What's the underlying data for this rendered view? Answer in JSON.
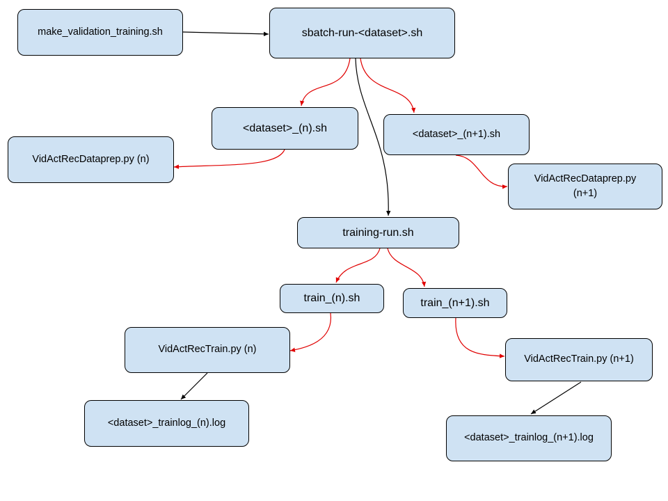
{
  "colors": {
    "node_fill": "#cfe2f3",
    "node_border": "#000000",
    "edge_black": "#000000",
    "edge_red": "#e00000"
  },
  "nodes": {
    "make_validation": "make_validation_training.sh",
    "sbatch_run": "sbatch-run-<dataset>.sh",
    "dataset_n": "<dataset>_(n).sh",
    "dataset_n1": "<dataset>_(n+1).sh",
    "dataprep_n": "VidActRecDataprep.py (n)",
    "dataprep_n1": {
      "line1": "VidActRecDataprep.py",
      "line2": "(n+1)"
    },
    "training_run": "training-run.sh",
    "train_n": "train_(n).sh",
    "train_n1": "train_(n+1).sh",
    "train_py_n": "VidActRecTrain.py (n)",
    "train_py_n1": "VidActRecTrain.py (n+1)",
    "trainlog_n": "<dataset>_trainlog_(n).log",
    "trainlog_n1": "<dataset>_trainlog_(n+1).log"
  },
  "edges": [
    {
      "from": "make_validation",
      "to": "sbatch_run",
      "color": "black"
    },
    {
      "from": "sbatch_run",
      "to": "dataset_n",
      "color": "red"
    },
    {
      "from": "sbatch_run",
      "to": "dataset_n1",
      "color": "red"
    },
    {
      "from": "sbatch_run",
      "to": "training_run",
      "color": "black"
    },
    {
      "from": "dataset_n",
      "to": "dataprep_n",
      "color": "red"
    },
    {
      "from": "dataset_n1",
      "to": "dataprep_n1",
      "color": "red"
    },
    {
      "from": "training_run",
      "to": "train_n",
      "color": "red"
    },
    {
      "from": "training_run",
      "to": "train_n1",
      "color": "red"
    },
    {
      "from": "train_n",
      "to": "train_py_n",
      "color": "red"
    },
    {
      "from": "train_n1",
      "to": "train_py_n1",
      "color": "red"
    },
    {
      "from": "train_py_n",
      "to": "trainlog_n",
      "color": "black"
    },
    {
      "from": "train_py_n1",
      "to": "trainlog_n1",
      "color": "black"
    }
  ]
}
